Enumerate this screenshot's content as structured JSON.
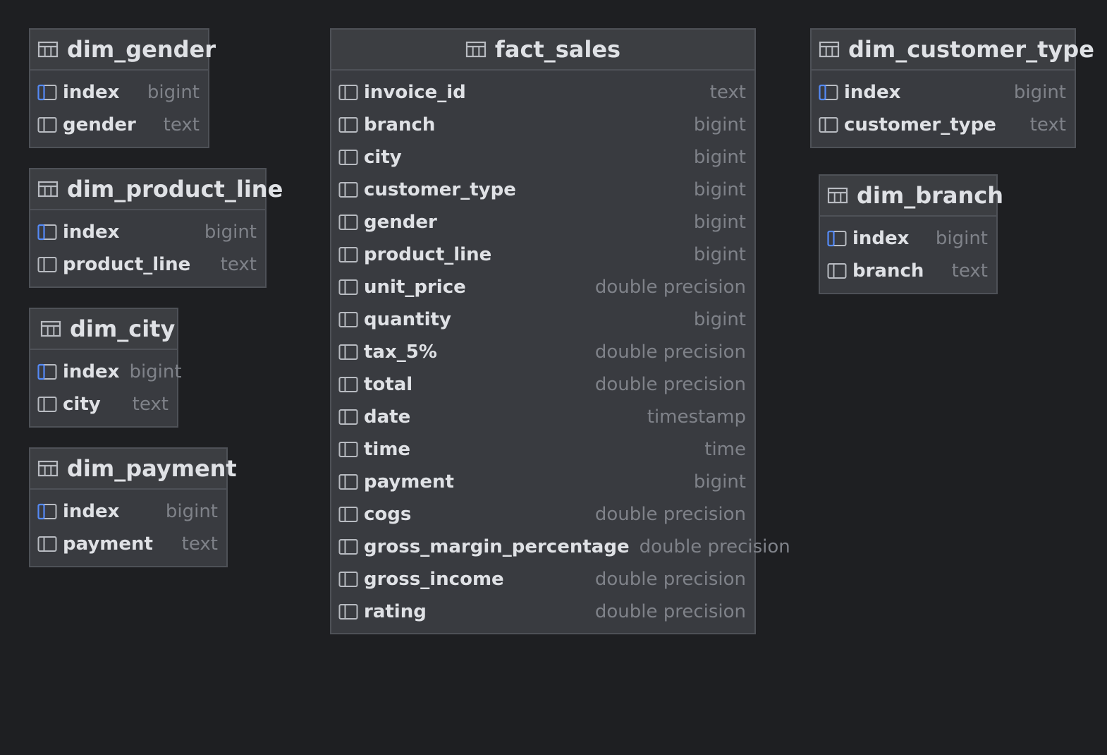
{
  "colors": {
    "background": "#1e1f22",
    "table_bg": "#393b40",
    "border": "#4e5157",
    "key_icon": "#548af7",
    "text": "#dfe1e5",
    "type_text": "#7f8289"
  },
  "icons": {
    "table": "table-grid-icon",
    "column": "column-icon",
    "key_column": "key-column-icon"
  },
  "tables": {
    "dim_gender": {
      "name": "dim_gender",
      "columns": [
        {
          "name": "index",
          "type": "bigint"
        },
        {
          "name": "gender",
          "type": "text"
        }
      ]
    },
    "dim_product_line": {
      "name": "dim_product_line",
      "columns": [
        {
          "name": "index",
          "type": "bigint"
        },
        {
          "name": "product_line",
          "type": "text"
        }
      ]
    },
    "dim_city": {
      "name": "dim_city",
      "columns": [
        {
          "name": "index",
          "type": "bigint"
        },
        {
          "name": "city",
          "type": "text"
        }
      ]
    },
    "dim_payment": {
      "name": "dim_payment",
      "columns": [
        {
          "name": "index",
          "type": "bigint"
        },
        {
          "name": "payment",
          "type": "text"
        }
      ]
    },
    "fact_sales": {
      "name": "fact_sales",
      "columns": [
        {
          "name": "invoice_id",
          "type": "text"
        },
        {
          "name": "branch",
          "type": "bigint"
        },
        {
          "name": "city",
          "type": "bigint"
        },
        {
          "name": "customer_type",
          "type": "bigint"
        },
        {
          "name": "gender",
          "type": "bigint"
        },
        {
          "name": "product_line",
          "type": "bigint"
        },
        {
          "name": "unit_price",
          "type": "double precision"
        },
        {
          "name": "quantity",
          "type": "bigint"
        },
        {
          "name": "tax_5%",
          "type": "double precision"
        },
        {
          "name": "total",
          "type": "double precision"
        },
        {
          "name": "date",
          "type": "timestamp"
        },
        {
          "name": "time",
          "type": "time"
        },
        {
          "name": "payment",
          "type": "bigint"
        },
        {
          "name": "cogs",
          "type": "double precision"
        },
        {
          "name": "gross_margin_percentage",
          "type": "double precision"
        },
        {
          "name": "gross_income",
          "type": "double precision"
        },
        {
          "name": "rating",
          "type": "double precision"
        }
      ]
    },
    "dim_customer_type": {
      "name": "dim_customer_type",
      "columns": [
        {
          "name": "index",
          "type": "bigint"
        },
        {
          "name": "customer_type",
          "type": "text"
        }
      ]
    },
    "dim_branch": {
      "name": "dim_branch",
      "columns": [
        {
          "name": "index",
          "type": "bigint"
        },
        {
          "name": "branch",
          "type": "text"
        }
      ]
    }
  }
}
